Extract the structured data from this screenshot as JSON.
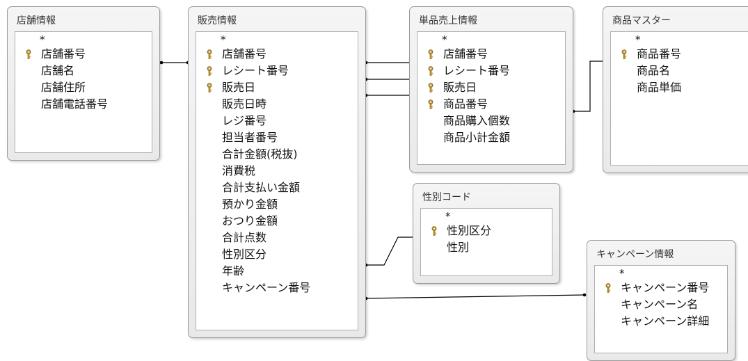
{
  "tables": {
    "store": {
      "title": "店舗情報",
      "fields": [
        {
          "name": "*",
          "key": false
        },
        {
          "name": "店舗番号",
          "key": true
        },
        {
          "name": "店舗名",
          "key": false
        },
        {
          "name": "店舗住所",
          "key": false
        },
        {
          "name": "店舗電話番号",
          "key": false
        }
      ]
    },
    "sales": {
      "title": "販売情報",
      "fields": [
        {
          "name": "*",
          "key": false
        },
        {
          "name": "店舗番号",
          "key": true
        },
        {
          "name": "レシート番号",
          "key": true
        },
        {
          "name": "販売日",
          "key": true
        },
        {
          "name": "販売日時",
          "key": false
        },
        {
          "name": "レジ番号",
          "key": false
        },
        {
          "name": "担当者番号",
          "key": false
        },
        {
          "name": "合計金額(税抜)",
          "key": false
        },
        {
          "name": "消費税",
          "key": false
        },
        {
          "name": "合計支払い金額",
          "key": false
        },
        {
          "name": "預かり金額",
          "key": false
        },
        {
          "name": "おつり金額",
          "key": false
        },
        {
          "name": "合計点数",
          "key": false
        },
        {
          "name": "性別区分",
          "key": false
        },
        {
          "name": "年齢",
          "key": false
        },
        {
          "name": "キャンペーン番号",
          "key": false
        }
      ]
    },
    "item_sales": {
      "title": "単品売上情報",
      "fields": [
        {
          "name": "*",
          "key": false
        },
        {
          "name": "店舗番号",
          "key": true
        },
        {
          "name": "レシート番号",
          "key": true
        },
        {
          "name": "販売日",
          "key": true
        },
        {
          "name": "商品番号",
          "key": true
        },
        {
          "name": "商品購入個数",
          "key": false
        },
        {
          "name": "商品小計金額",
          "key": false
        }
      ]
    },
    "product": {
      "title": "商品マスター",
      "fields": [
        {
          "name": "*",
          "key": false
        },
        {
          "name": "商品番号",
          "key": true
        },
        {
          "name": "商品名",
          "key": false
        },
        {
          "name": "商品単価",
          "key": false
        }
      ]
    },
    "gender": {
      "title": "性別コード",
      "fields": [
        {
          "name": "*",
          "key": false
        },
        {
          "name": "性別区分",
          "key": true
        },
        {
          "name": "性別",
          "key": false
        }
      ]
    },
    "campaign": {
      "title": "キャンペーン情報",
      "fields": [
        {
          "name": "*",
          "key": false
        },
        {
          "name": "キャンペーン番号",
          "key": true
        },
        {
          "name": "キャンペーン名",
          "key": false
        },
        {
          "name": "キャンペーン詳細",
          "key": false
        }
      ]
    }
  },
  "colors": {
    "line": "#000000",
    "key_icon": "#c8a13a"
  }
}
